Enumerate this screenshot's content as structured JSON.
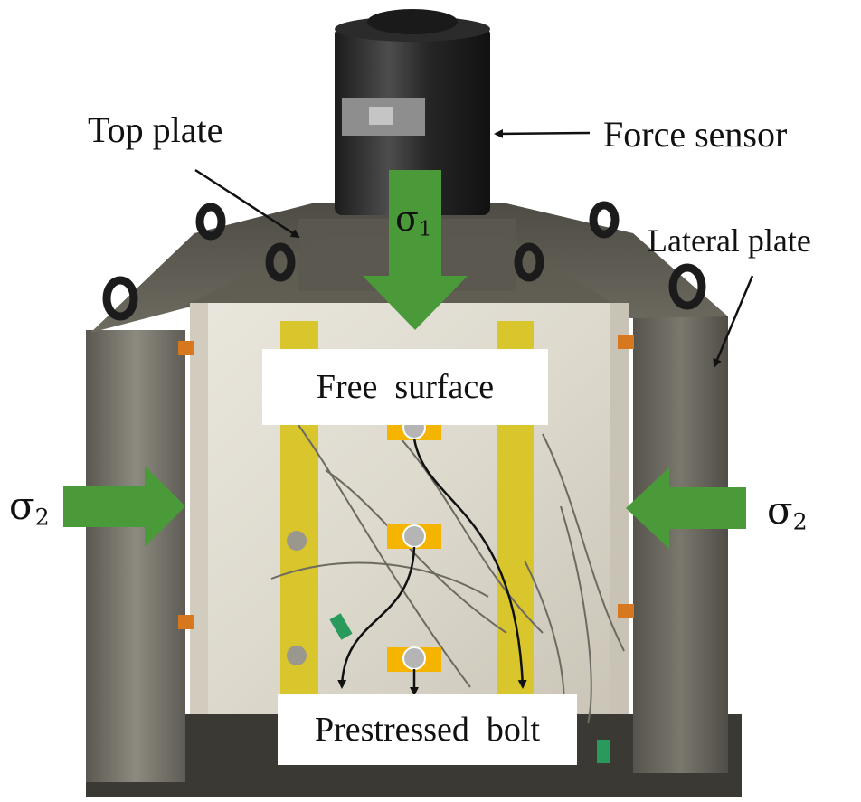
{
  "labels": {
    "top_plate": "Top plate",
    "force_sensor": "Force sensor",
    "lateral_plate": "Lateral plate",
    "free_surface": "Free  surface",
    "prestressed_bolt": "Prestressed  bolt"
  },
  "stress": {
    "sigma1_symbol": "σ",
    "sigma1_sub": "1",
    "sigma2_left_symbol": "σ",
    "sigma2_left_sub": "2",
    "sigma2_right_symbol": "σ",
    "sigma2_right_sub": "2"
  },
  "colors": {
    "arrow_green": "#4a9a3a",
    "bolt_orange": "#f5b400",
    "bolt_gray": "#b5b5b5",
    "strap_yellow": "#d8c62c"
  }
}
